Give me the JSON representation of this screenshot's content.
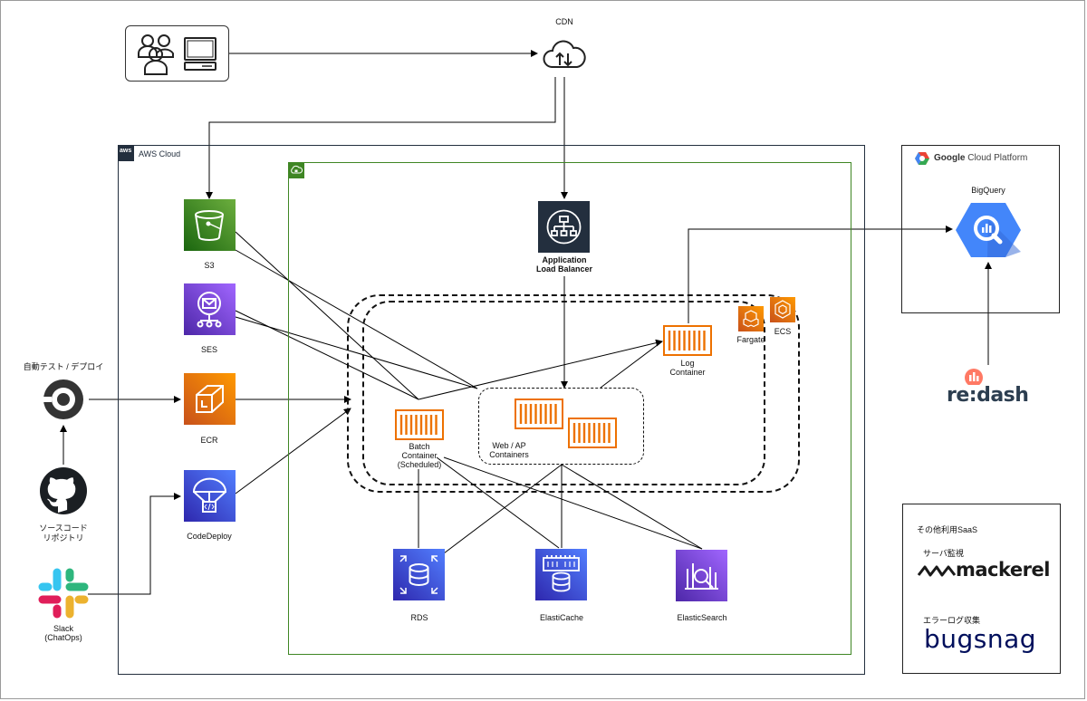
{
  "diagram": {
    "cdn": {
      "label": "CDN"
    },
    "aws_cloud": {
      "label": "AWS Cloud",
      "badge": "aws"
    },
    "gcp": {
      "brand_bold": "Google",
      "brand_rest": " Cloud Platform"
    },
    "bigquery": {
      "label": "BigQuery"
    },
    "redash": {
      "logo_text": "re:dash"
    },
    "s3": {
      "label": "S3"
    },
    "ses": {
      "label": "SES"
    },
    "ecr": {
      "label": "ECR"
    },
    "codedeploy": {
      "label": "CodeDeploy"
    },
    "alb": {
      "label_line1": "Application",
      "label_line2": "Load Balancer"
    },
    "fargate": {
      "label": "Fargate"
    },
    "ecs": {
      "label": "ECS"
    },
    "log_container": {
      "label_line1": "Log",
      "label_line2": "Container"
    },
    "batch_container": {
      "label_line1": "Batch",
      "label_line2": "Container",
      "label_line3": "(Scheduled)"
    },
    "web_ap": {
      "label_line1": "Web / AP",
      "label_line2": "Containers"
    },
    "rds": {
      "label": "RDS"
    },
    "elasticache": {
      "label": "ElastiCache"
    },
    "elasticsearch": {
      "label": "ElasticSearch"
    },
    "ci": {
      "label": "自動テスト / デプロイ"
    },
    "github": {
      "label_line1": "ソースコード",
      "label_line2": "リポジトリ"
    },
    "slack": {
      "label_line1": "Slack",
      "label_line2": "(ChatOps)"
    },
    "saas": {
      "title": "その他利用SaaS",
      "monitoring_label": "サーバ監視",
      "mackerel_logo": "mackerel",
      "error_label": "エラーログ収集",
      "bugsnag_logo": "bugsnag"
    }
  },
  "colors": {
    "aws_border": "#232f3e",
    "vpc_border": "#3f8624",
    "orange": "#ed7100",
    "gcp_blue": "#4386fa",
    "redash_red": "#ff7964",
    "redash_blue": "#2c3e50"
  },
  "icons": {
    "users": "users-monitor-icon",
    "cdn": "cloud-upload-download-icon",
    "s3": "s3-bucket-icon",
    "ses": "ses-mail-icon",
    "ecr": "ecr-package-icon",
    "codedeploy": "codedeploy-parachute-icon",
    "alb": "alb-network-icon",
    "container": "container-icon",
    "rds": "rds-database-icon",
    "elasticache": "elasticache-memory-icon",
    "elasticsearch": "elasticsearch-magnifier-icon",
    "circleci": "circleci-icon",
    "github": "github-octocat-icon",
    "slack": "slack-icon",
    "bigquery": "bigquery-icon",
    "fargate": "fargate-icon",
    "ecs": "ecs-icon",
    "vpc": "vpc-cloud-icon"
  }
}
